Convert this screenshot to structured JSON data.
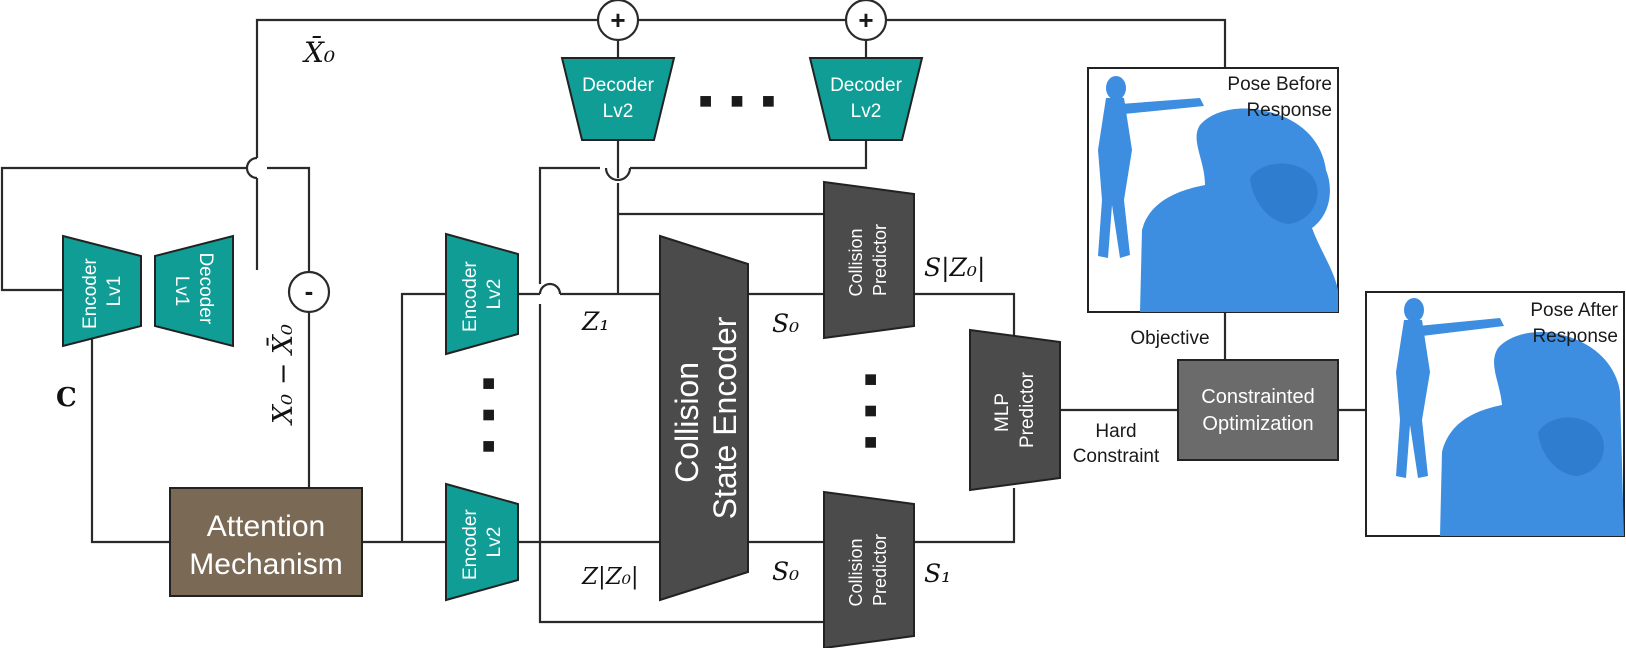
{
  "encoder_lv1": {
    "line1": "Encoder",
    "line2": "Lv1"
  },
  "decoder_lv1": {
    "line1": "Decoder",
    "line2": "Lv1"
  },
  "encoder_lv2": {
    "line1": "Encoder",
    "line2": "Lv2"
  },
  "decoder_lv2": {
    "line1": "Decoder",
    "line2": "Lv2"
  },
  "attention": {
    "line1": "Attention",
    "line2": "Mechanism"
  },
  "collision_state_encoder": {
    "line1": "Collision",
    "line2": "State Encoder"
  },
  "collision_predictor": {
    "line1": "Collision",
    "line2": "Predictor"
  },
  "mlp_predictor": {
    "line1": "MLP",
    "line2": "Predictor"
  },
  "constrained_opt": {
    "line1": "Constrainted",
    "line2": "Optimization"
  },
  "pose_before": {
    "line1": "Pose Before",
    "line2": "Response"
  },
  "pose_after": {
    "line1": "Pose After",
    "line2": "Response"
  },
  "edges": {
    "objective": "Objective",
    "hard_line1": "Hard",
    "hard_line2": "Constraint"
  },
  "ops": {
    "plus": "+",
    "minus": "-"
  },
  "math": {
    "x0_bar": "X̄₀",
    "x0_minus_bar": "X₀ − X̄₀",
    "c": "C",
    "z1": "Z₁",
    "z_last": "Z|Z₀|",
    "s0": "S₀",
    "s1": "S₁",
    "s_last": "S|Z₀|"
  },
  "ellipsis": {
    "dots": "■ ■ ■"
  },
  "colors": {
    "teal": "#0f9d95",
    "dark_gray": "#4b4b4b",
    "mid_gray": "#6b6b6b",
    "brown": "#7a6a55",
    "body_blue": "#3d8ee0"
  }
}
